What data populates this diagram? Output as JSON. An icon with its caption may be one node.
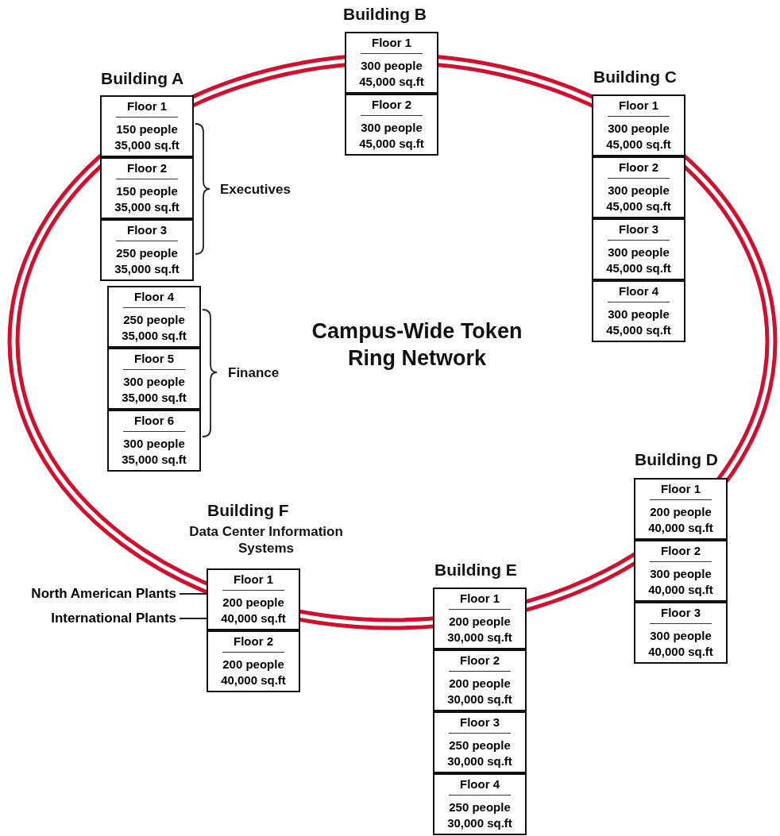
{
  "diagram": {
    "title": "Campus-Wide Token Ring Network",
    "nodes": [
      {
        "text": [
          "Floor 1",
          "150 people 35,000 sq.ft"
        ]
      },
      {
        "text": [
          "Floor 2",
          "150 people 35,000 sq.ft"
        ]
      },
      {
        "text": [
          "Floor 3",
          "250 people 35,000 sq.ft"
        ]
      },
      {
        "text": [
          "Floor 4",
          "250 people 35,000 sq.ft"
        ]
      },
      {
        "text": [
          "Floor 5",
          "300 people 35,000 sq.ft"
        ]
      },
      {
        "text": [
          "Floor 6",
          "300 people 35,000 sq.ft"
        ]
      },
      {
        "text": [
          "Floor 1",
          "300 people 45,000 sq.ft"
        ]
      },
      {
        "text": [
          "Floor 2",
          "300 people 45,000 sq.ft"
        ]
      },
      {
        "text": [
          "Floor 1",
          "300 people 45,000 sq.ft"
        ]
      },
      {
        "text": [
          "Floor 2",
          "300 people 45,000 sq.ft"
        ]
      },
      {
        "text": [
          "Floor 3",
          "300 people 45,000 sq.ft"
        ]
      },
      {
        "text": [
          "Floor 4",
          "300 people 45,000 sq.ft"
        ]
      },
      {
        "text": [
          "Floor 1",
          "200 people 40,000 sq.ft"
        ]
      },
      {
        "text": [
          "Floor 2",
          "300 people 40,000 sq.ft"
        ]
      },
      {
        "text": [
          "Floor 3",
          "300 people 40,000 sq.ft"
        ]
      },
      {
        "text": [
          "Floor 1",
          "200 people 40,000 sq.ft"
        ]
      },
      {
        "text": [
          "Floor 2",
          "200 people 40,000 sq.ft"
        ]
      },
      {
        "text": [
          "Floor 1",
          "200 people 30,000 sq.ft"
        ]
      },
      {
        "text": [
          "Floor 2",
          "200 people 30,000 sq.ft"
        ]
      },
      {
        "text": [
          "Floor 3",
          "250 people 30,000 sq.ft"
        ]
      },
      {
        "text": [
          "Floor 4",
          "250 people 30,000 sq.ft"
        ]
      },
      {
        "text": [
          "North American Plants"
        ]
      },
      {
        "text": [
          "International Plants"
        ]
      }
    ],
    "edges": [
      {
        "from": 21,
        "to": 15,
        "arrow": "none"
      },
      {
        "from": 22,
        "to": 15,
        "arrow": "none"
      }
    ],
    "labels": [
      "Building B",
      "Building A",
      "Building C",
      "Executives",
      "Finance",
      "Building D",
      "Building F",
      "Data Center Information Systems",
      "Building E"
    ]
  }
}
